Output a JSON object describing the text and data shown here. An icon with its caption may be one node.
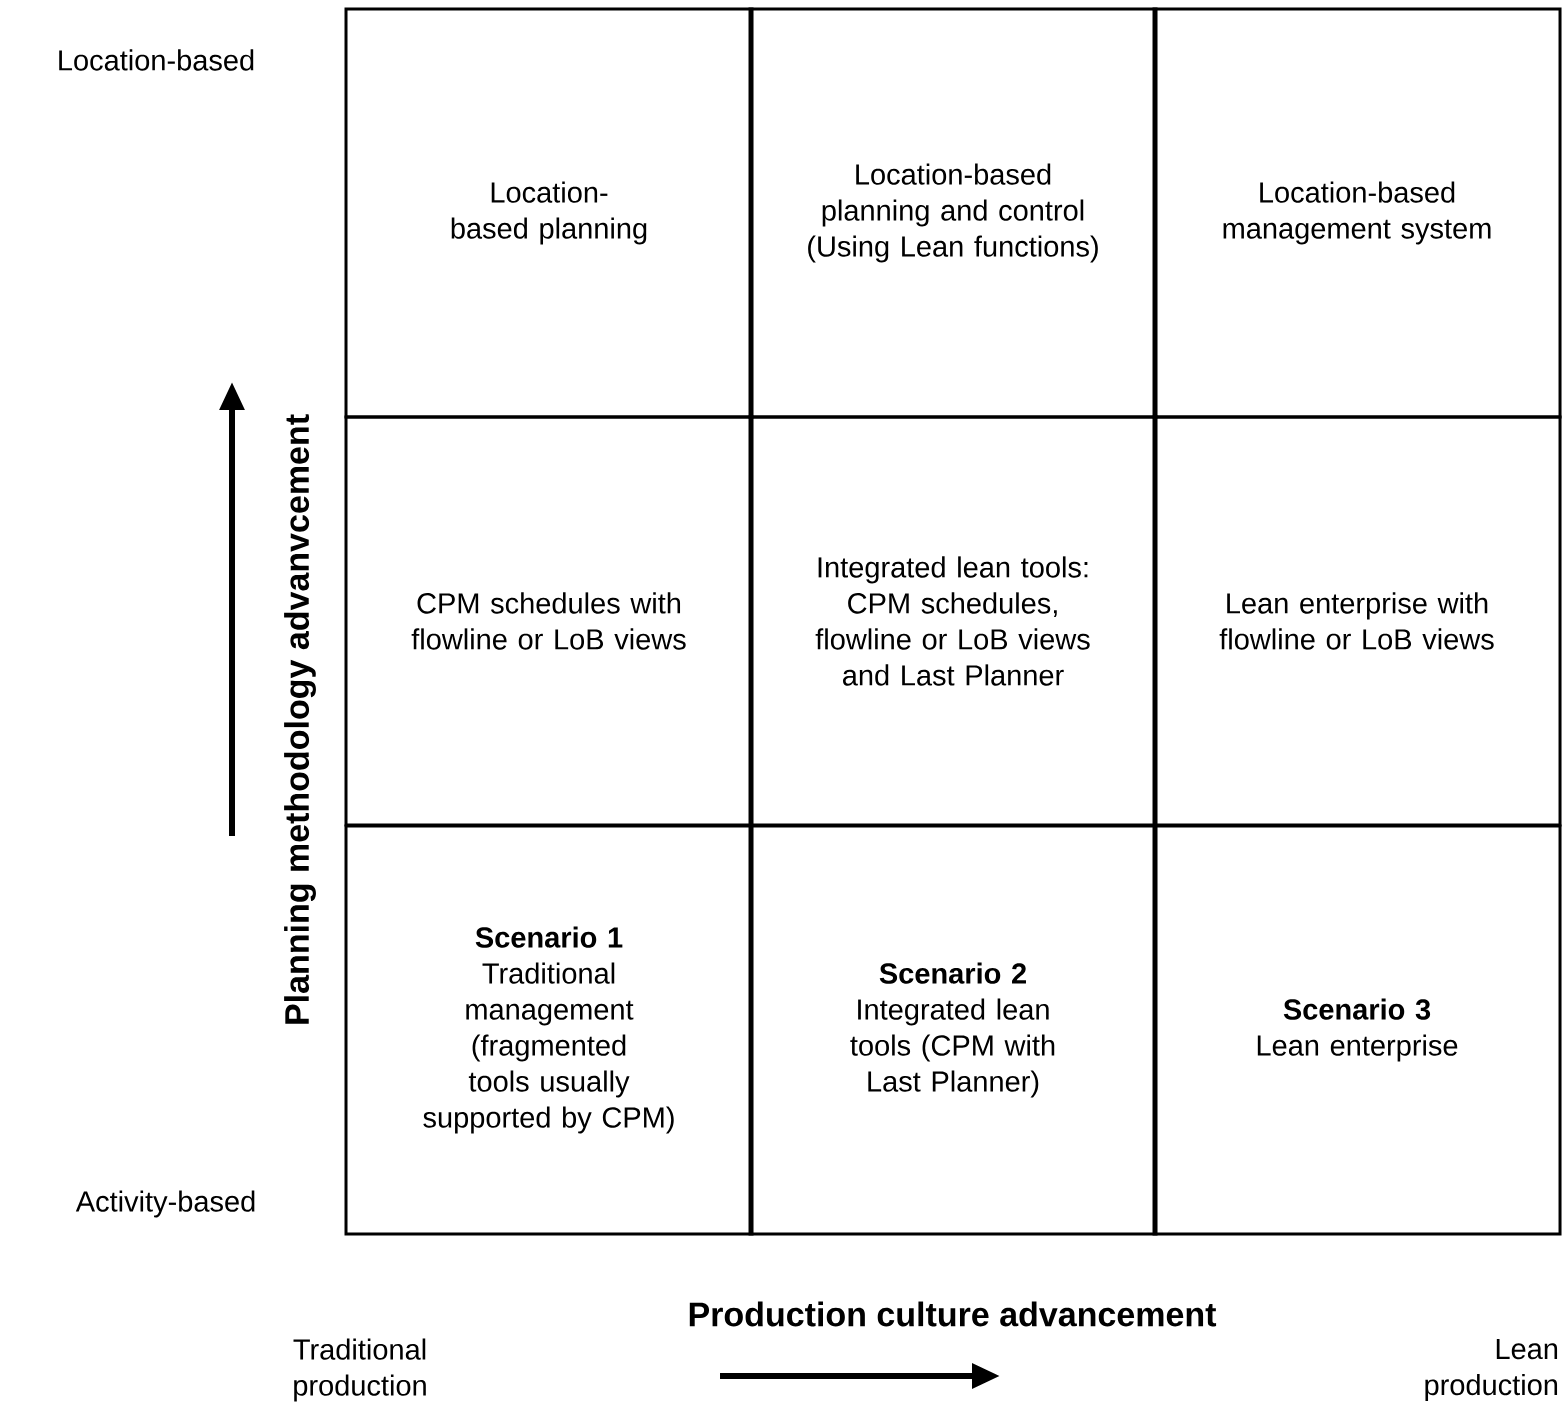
{
  "diagram": {
    "nodes": [
      {
        "text": [
          "Location-based planning"
        ]
      },
      {
        "text": [
          "Location-based planning and control (Using Lean functions)"
        ]
      },
      {
        "text": [
          "Location-based management system"
        ]
      },
      {
        "text": [
          "CPM schedules with flowline or LoB views"
        ]
      },
      {
        "text": [
          "Integrated lean tools: CPM schedules, flowline or LoB views and Last Planner"
        ]
      },
      {
        "text": [
          "Lean enterprise with flowline or LoB views"
        ]
      },
      {
        "text": [
          "Scenario 1",
          "Traditional management (fragmented tools usually supported by CPM)"
        ]
      },
      {
        "text": [
          "Scenario 2",
          "Integrated lean tools (CPM with Last Planner)"
        ]
      },
      {
        "text": [
          "Scenario 3",
          "Lean enterprise"
        ]
      }
    ],
    "labels": [
      "Location-based",
      "Activity-based",
      "Planning methodology advanvcement",
      "Production culture advancement",
      "Traditional production",
      "Lean production"
    ]
  }
}
